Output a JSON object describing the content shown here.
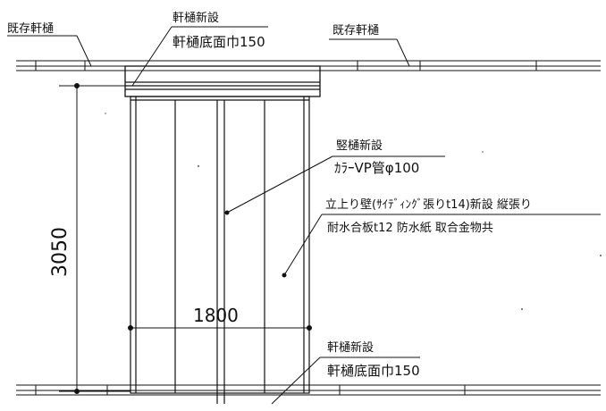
{
  "labels": {
    "existing_gutter_left": "既存軒樋",
    "gutter_new_top": "軒樋新設",
    "gutter_width_top": "軒樋底面巾150",
    "existing_gutter_right": "既存軒樋",
    "downpipe_new": "竪樋新設",
    "downpipe_spec": "ｶﾗｰVP管φ100",
    "wall_spec": "立上り壁(ｻｲﾃﾞｨﾝｸﾞ張りt14)新設 縦張り",
    "board_spec": "耐水合板t12 防水紙 取合金物共",
    "gutter_new_bottom": "軒樋新設",
    "gutter_width_bottom": "軒樋底面巾150"
  },
  "dimensions": {
    "height": "3050",
    "width": "1800"
  }
}
